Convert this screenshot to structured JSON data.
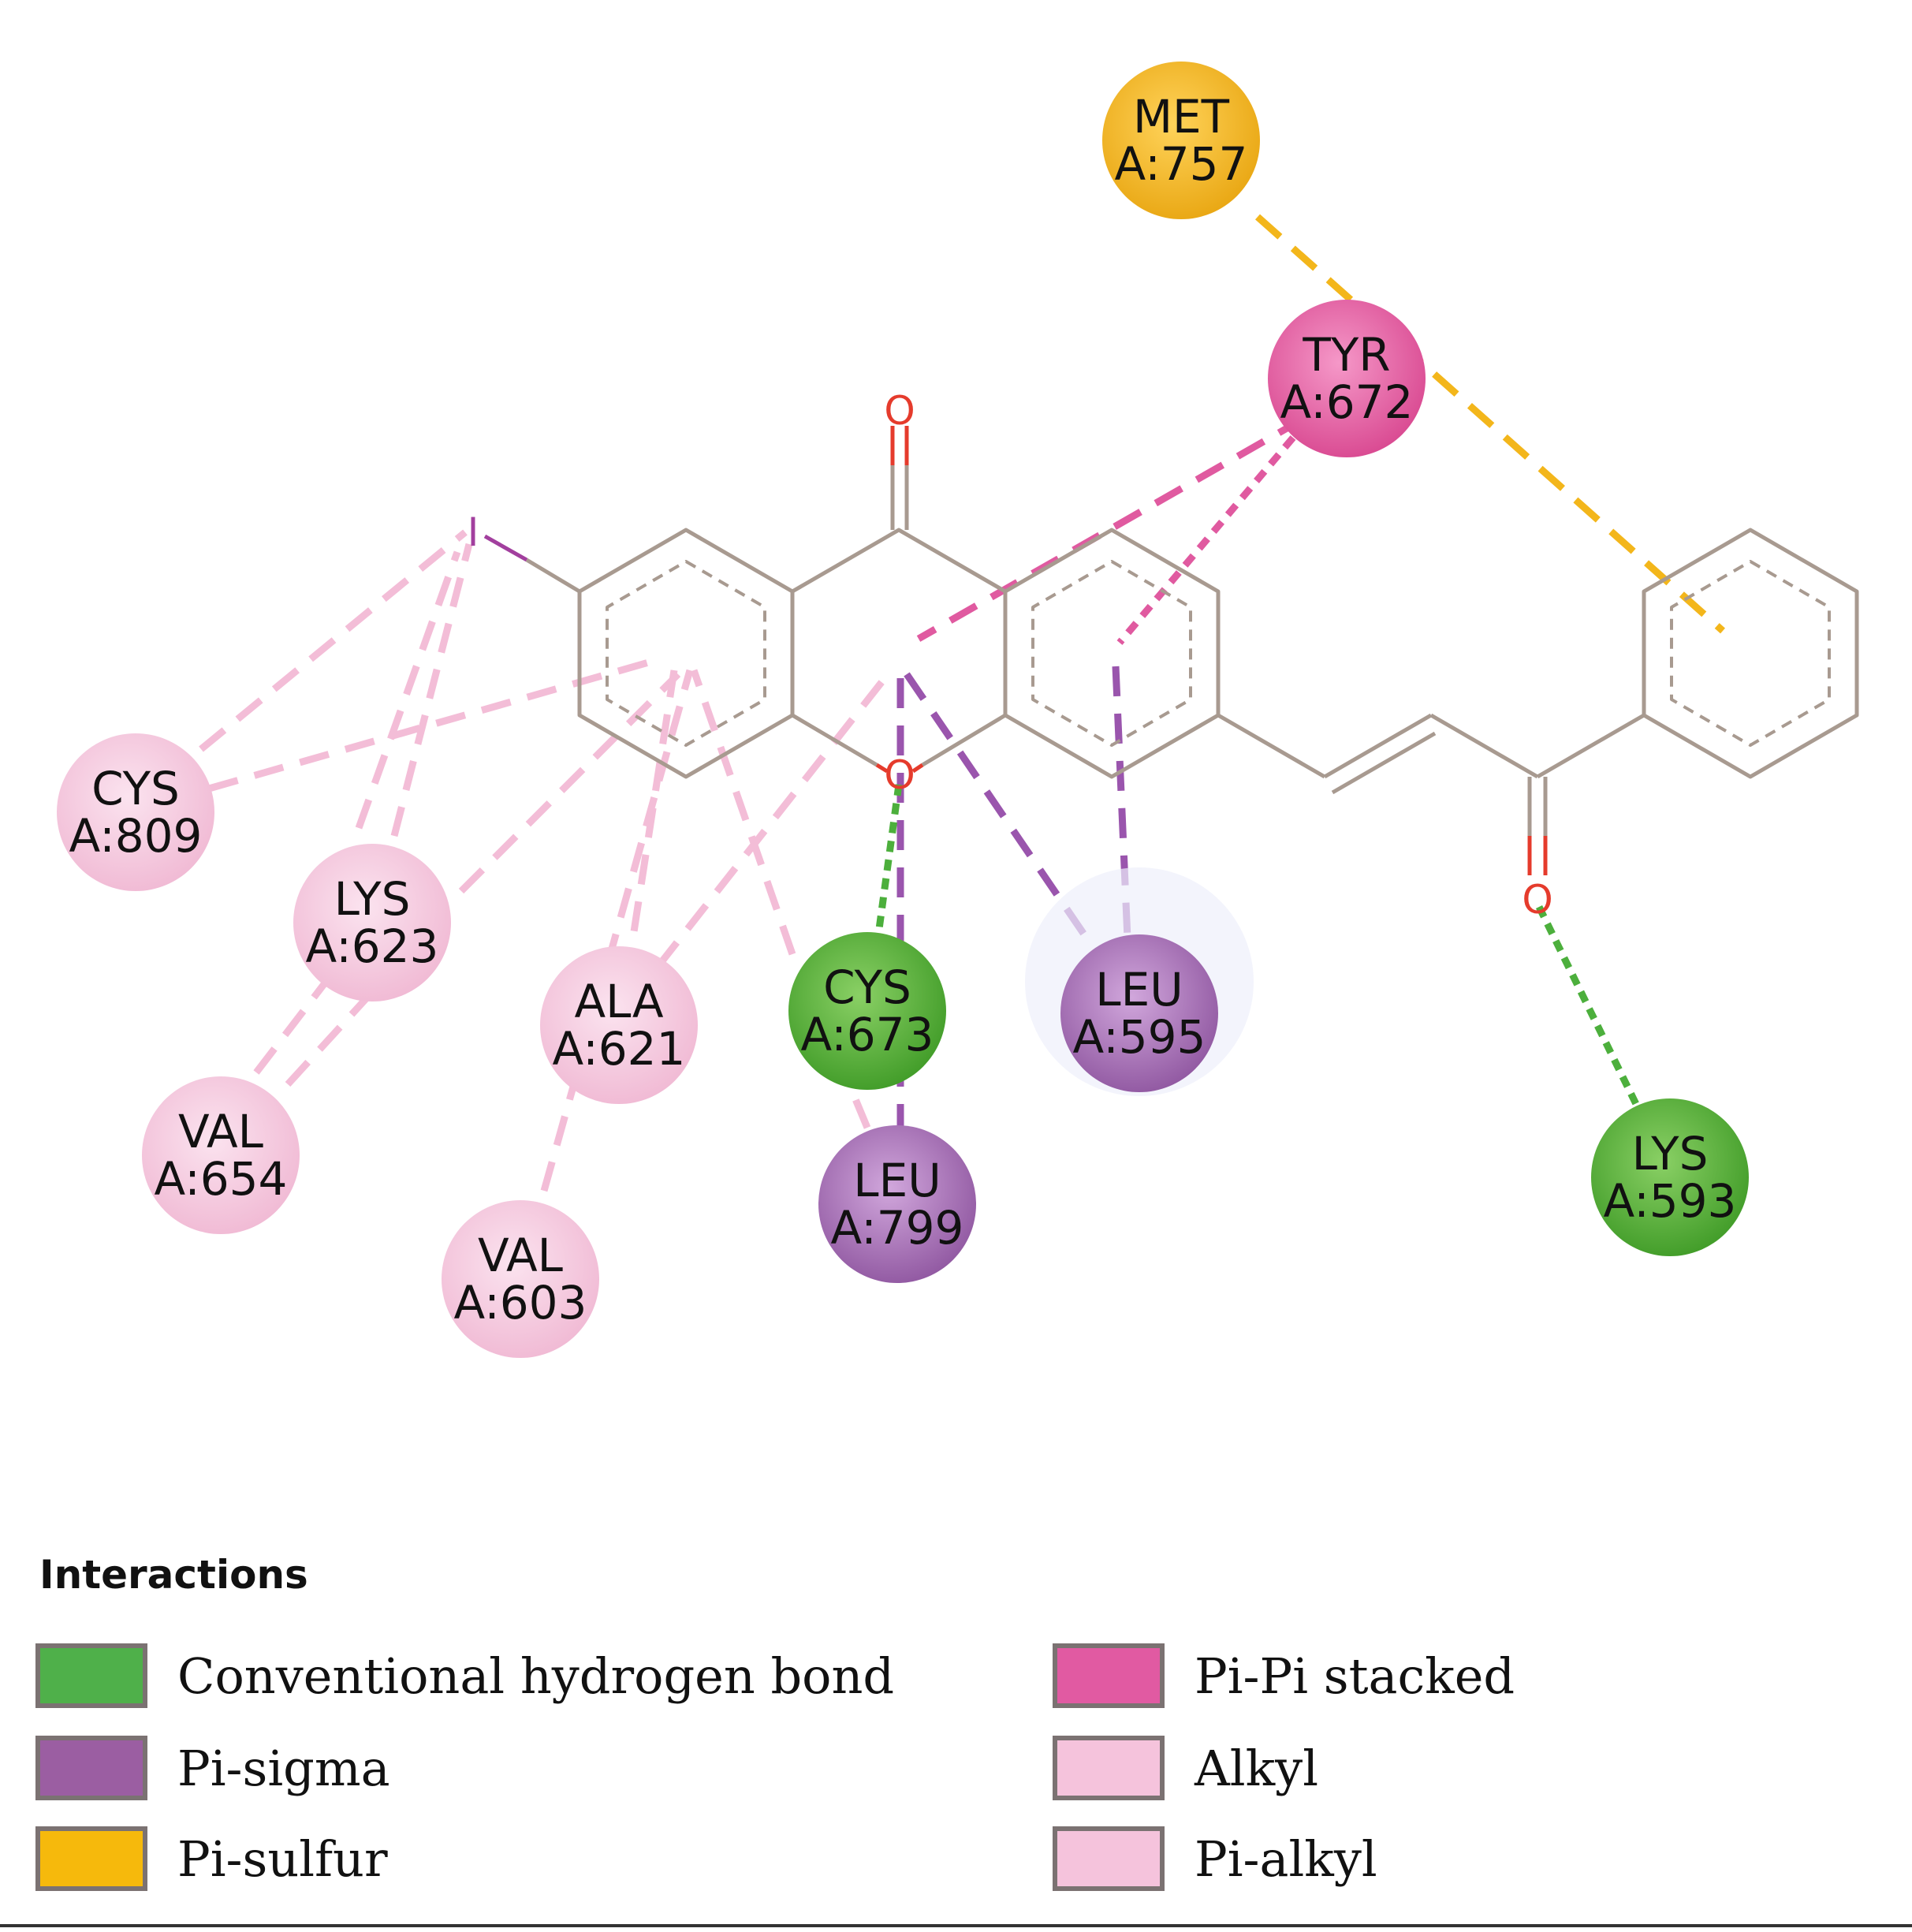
{
  "molecule": {
    "atoms": {
      "carbonyl_o": "O",
      "ring_o": "O",
      "chalcone_o": "O",
      "iodine": "I"
    }
  },
  "residues": [
    {
      "id": "met757",
      "name": "MET",
      "num": "A:757",
      "color": "#f0b623"
    },
    {
      "id": "tyr672",
      "name": "TYR",
      "num": "A:672",
      "color": "#e562a8"
    },
    {
      "id": "cys809",
      "name": "CYS",
      "num": "A:809",
      "color": "#f4c6de"
    },
    {
      "id": "lys623",
      "name": "LYS",
      "num": "A:623",
      "color": "#f4c6de"
    },
    {
      "id": "ala621",
      "name": "ALA",
      "num": "A:621",
      "color": "#f4c6de"
    },
    {
      "id": "val654",
      "name": "VAL",
      "num": "A:654",
      "color": "#f4c6de"
    },
    {
      "id": "val603",
      "name": "VAL",
      "num": "A:603",
      "color": "#f4c6de"
    },
    {
      "id": "cys673",
      "name": "CYS",
      "num": "A:673",
      "color": "#5fb33c"
    },
    {
      "id": "leu595",
      "name": "LEU",
      "num": "A:595",
      "color": "#a86fb8"
    },
    {
      "id": "leu799",
      "name": "LEU",
      "num": "A:799",
      "color": "#a86fb8"
    },
    {
      "id": "lys593",
      "name": "LYS",
      "num": "A:593",
      "color": "#5fb33c"
    }
  ],
  "legend": {
    "title": "Interactions",
    "items": [
      {
        "label": "Conventional  hydrogen  bond",
        "color": "#4fb04a"
      },
      {
        "label": "Pi-sigma",
        "color": "#9b5ea2"
      },
      {
        "label": "Pi-sulfur",
        "color": "#f6b90c"
      },
      {
        "label": "Pi-Pi stacked",
        "color": "#e15aa2"
      },
      {
        "label": "Alkyl",
        "color": "#f5c3dc"
      },
      {
        "label": "Pi-alkyl",
        "color": "#f5c3dc"
      }
    ]
  },
  "interaction_colors": {
    "hbond": "#4caf3c",
    "pi_sigma": "#9a55ad",
    "pi_sulfur": "#f3b61b",
    "pi_pi": "#e05aa0",
    "alkyl": "#f3bdd7"
  }
}
